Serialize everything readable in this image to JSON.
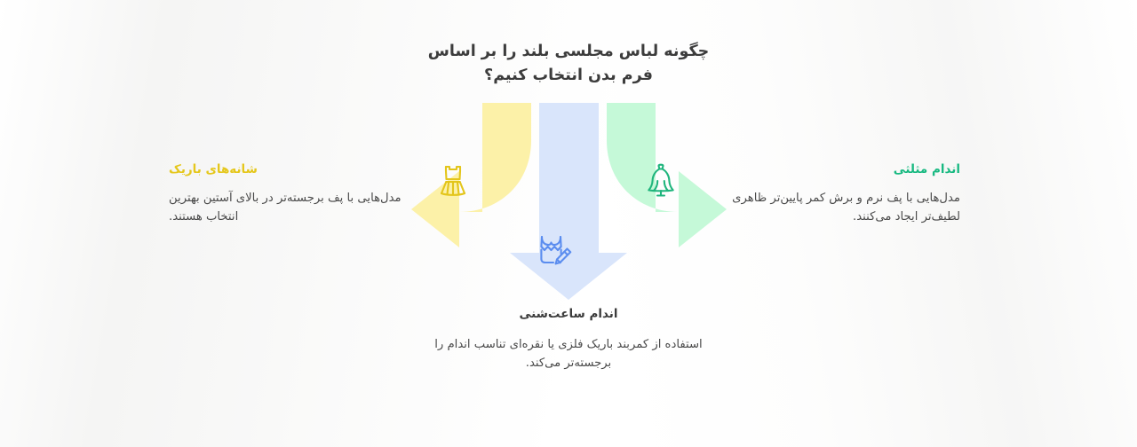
{
  "title": {
    "line1": "چگونه لباس مجلسی بلند را بر اساس",
    "line2": "فرم بدن انتخاب کنیم؟"
  },
  "colors": {
    "arrow_yellow_fill": "#FCF1A8",
    "arrow_green_fill": "#C5F9D8",
    "arrow_blue_fill": "#D9E5FB",
    "icon_yellow_stroke": "#E3C51B",
    "icon_green_stroke": "#20B57D",
    "icon_blue_stroke": "#5B8DEF",
    "heading_yellow": "#E5C71C",
    "heading_green": "#18B981",
    "heading_dark": "#3C3C3C",
    "body_text": "#4A4A4A",
    "page_background": "#FFFFFF"
  },
  "branches": [
    {
      "id": "left",
      "icon_name": "dress-icon",
      "arrow_name": "curved-arrow-left",
      "arrow_direction": "left",
      "heading": "شانه‌های باریک",
      "body": "مدل‌هایی با پف برجسته‌تر در بالای آستین بهترین انتخاب هستند."
    },
    {
      "id": "bottom",
      "icon_name": "dress-pencil-icon",
      "arrow_name": "straight-arrow-down",
      "arrow_direction": "down",
      "heading": "اندام ساعت‌شنی",
      "body": "استفاده از کمربند باریک فلزی یا نقره‌ای تناسب اندام را برجسته‌تر می‌کند."
    },
    {
      "id": "right",
      "icon_name": "dress-form-mannequin-icon",
      "arrow_name": "curved-arrow-right",
      "arrow_direction": "right",
      "heading": "اندام مثلثی",
      "body": "مدل‌هایی با پف نرم و برش کمر پایین‌تر ظاهری لطیف‌تر ایجاد می‌کنند."
    }
  ]
}
